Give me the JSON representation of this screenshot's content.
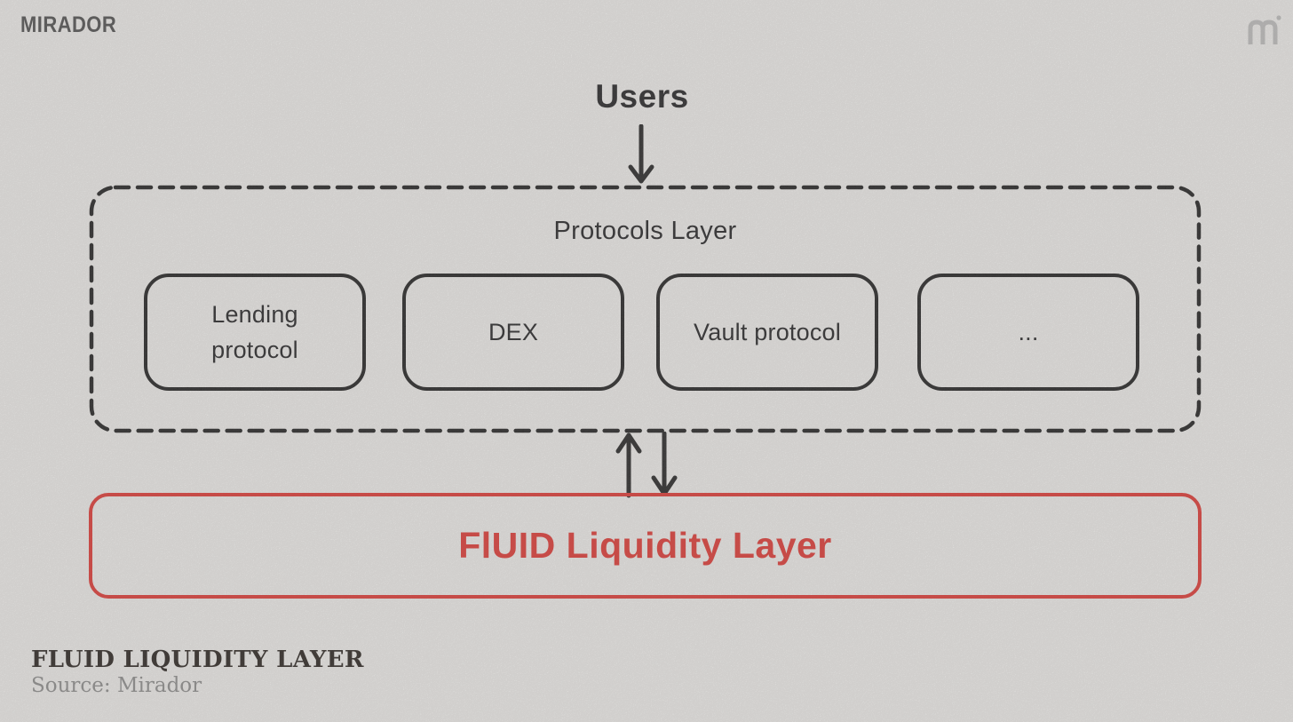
{
  "colors": {
    "background": "#f1f0ee",
    "ink": "#1c1c1e",
    "accent_red": "#e0332f",
    "brand_gray": "#4b4b4b",
    "logo_light_gray": "#bdbdbd",
    "source_gray": "#8b8b8b"
  },
  "header": {
    "brand": "MIRADOR"
  },
  "diagram": {
    "users_label": "Users",
    "protocols_layer": {
      "title": "Protocols Layer",
      "boxes": [
        {
          "label": "Lending protocol"
        },
        {
          "label": "DEX"
        },
        {
          "label": "Vault protocol"
        },
        {
          "label": "..."
        }
      ]
    },
    "liquidity_layer": {
      "label": "FlUID Liquidity Layer"
    }
  },
  "footer": {
    "title": "FLUID LIQUIDITY LAYER",
    "source": "Source: Mirador"
  }
}
